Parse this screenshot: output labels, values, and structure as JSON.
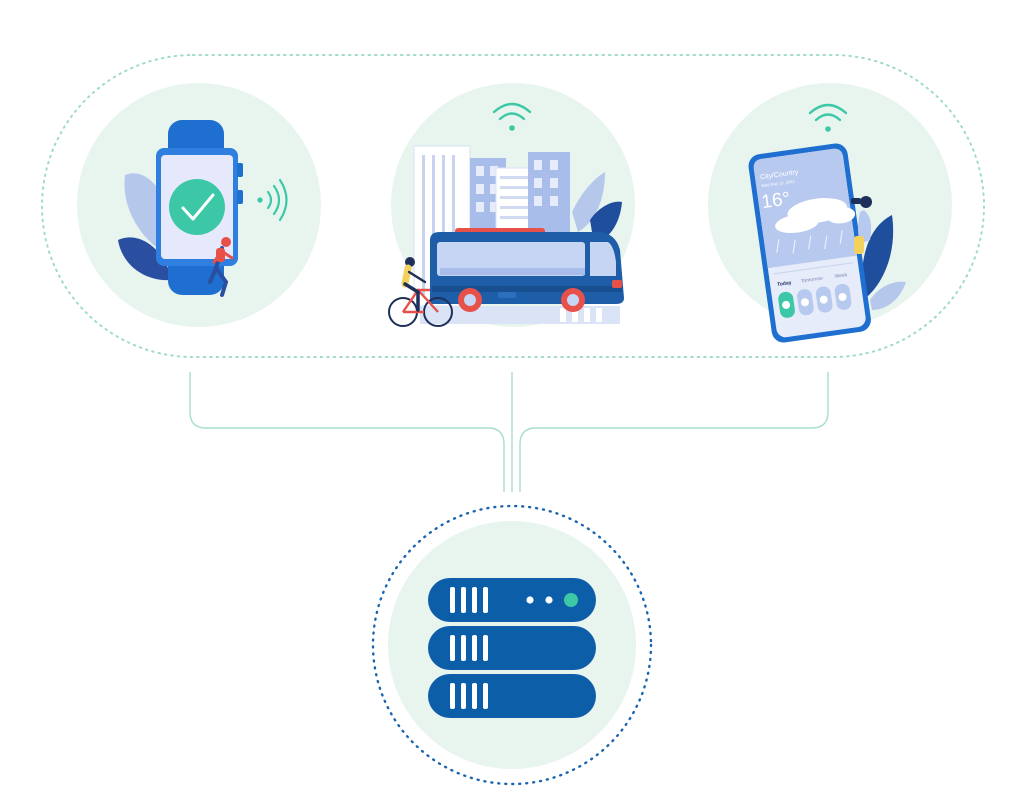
{
  "colors": {
    "circle_fill": "#e8f5ef",
    "teal": "#3cc8a6",
    "teal_light": "#a8dfcc",
    "blue": "#0d5ea8",
    "blue_mid": "#2a6fc0",
    "blue_light": "#b6c7ec",
    "bus_red": "#e8504a",
    "server_dots": "#1a65ad"
  },
  "devices": [
    {
      "name": "smartwatch",
      "icon": "smartwatch-check-icon"
    },
    {
      "name": "connected-bus",
      "icon": "bus-city-icon"
    },
    {
      "name": "weather-phone",
      "icon": "weather-phone-icon"
    }
  ],
  "phone": {
    "location": "City/Country",
    "date": "Wed May 12, 2021",
    "temperature": "16°",
    "tabs": [
      "Today",
      "Tomorrow",
      "Week"
    ]
  },
  "server": {
    "icon": "server-rack-icon",
    "units": 3
  }
}
